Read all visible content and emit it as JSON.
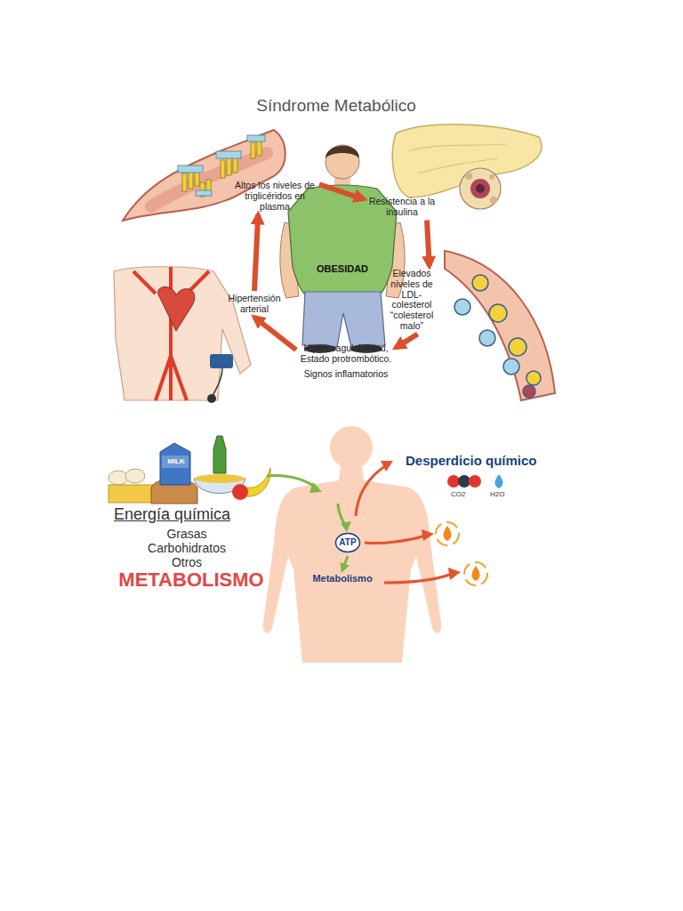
{
  "diagram": {
    "title": "Síndrome Metabólico",
    "nodes": [
      {
        "text": [
          "Altos los niveles de triglicéridos en plasma"
        ]
      },
      {
        "text": [
          "Resistencia a la insulina"
        ]
      },
      {
        "text": [
          "OBESIDAD"
        ]
      },
      {
        "text": [
          "Hipertensión arterial"
        ]
      },
      {
        "text": [
          "Elevados niveles de LDL-colesterol “colesterol malo”"
        ]
      },
      {
        "text": [
          "Hipercoagulabilidad, Estado protrombótico.",
          "Signos inflamatorios"
        ]
      },
      {
        "text": [
          "ATP"
        ]
      },
      {
        "text": [
          "Metabolismo"
        ]
      }
    ],
    "edges": [
      {
        "from": 0,
        "to": 1,
        "arrow": "to"
      },
      {
        "from": 1,
        "to": 4,
        "arrow": "to"
      },
      {
        "from": 4,
        "to": 5,
        "arrow": "to"
      },
      {
        "from": 5,
        "to": 3,
        "arrow": "to"
      },
      {
        "from": 3,
        "to": 0,
        "arrow": "to"
      },
      {
        "from": 6,
        "to": 7,
        "arrow": "to"
      }
    ],
    "labels": [
      "MILK",
      "Desperdicio químico",
      "CO2",
      "H2O",
      "Energía química",
      "Grasas",
      "Carbohidratos",
      "Otros",
      "METABOLISMO"
    ]
  }
}
